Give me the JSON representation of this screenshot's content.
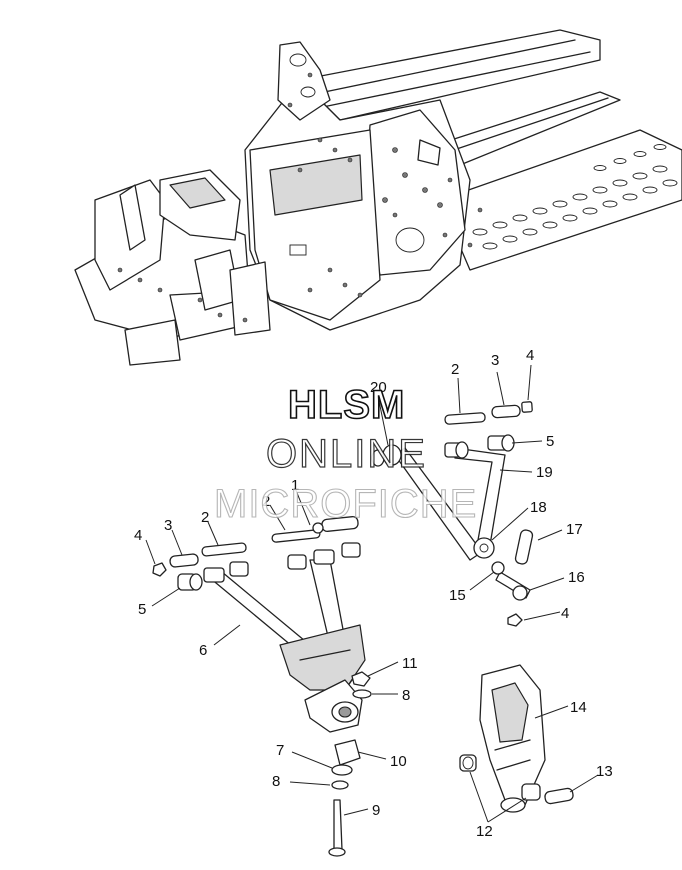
{
  "watermark": {
    "line1": "HLSM",
    "line2": "ONLINE",
    "line3": "MICROFICHE"
  },
  "callouts": {
    "c1": "1",
    "c2a": "2",
    "c2b": "2",
    "c2c": "2",
    "c3a": "3",
    "c3b": "3",
    "c4a": "4",
    "c4b": "4",
    "c4c": "4",
    "c5a": "5",
    "c5b": "5",
    "c6": "6",
    "c7": "7",
    "c8a": "8",
    "c8b": "8",
    "c9": "9",
    "c10": "10",
    "c11": "11",
    "c12": "12",
    "c13": "13",
    "c14": "14",
    "c15": "15",
    "c16": "16",
    "c17": "17",
    "c18": "18",
    "c19": "19",
    "c20": "20"
  }
}
